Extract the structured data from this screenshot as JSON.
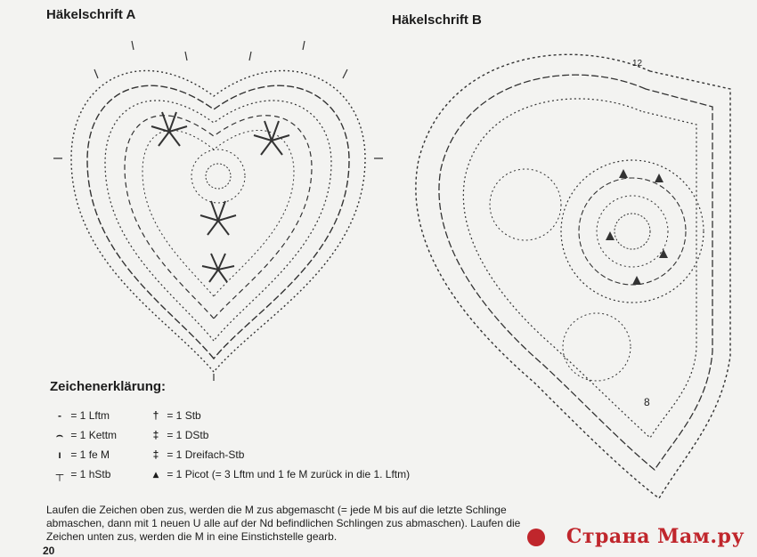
{
  "diagram": {
    "chart_a_title": "Häkelschrift A",
    "chart_b_title": "Häkelschrift B",
    "chart_b_labels": [
      "12",
      "8"
    ]
  },
  "legend": {
    "title": "Zeichenerklärung:",
    "left_items": [
      {
        "symbol": "-",
        "label": "= 1 Lftm"
      },
      {
        "symbol": "⌢",
        "label": "= 1 Kettm"
      },
      {
        "symbol": "ı",
        "label": "= 1 fe M"
      },
      {
        "symbol": "┬",
        "label": "= 1 hStb"
      }
    ],
    "right_items": [
      {
        "symbol": "†",
        "label": "= 1 Stb"
      },
      {
        "symbol": "‡",
        "label": "= 1 DStb"
      },
      {
        "symbol": "‡",
        "label": "= 1 Dreifach-Stb"
      },
      {
        "symbol": "▴",
        "label": "= 1 Picot (= 3 Lftm und 1 fe M zurück in die 1. Lftm)"
      }
    ]
  },
  "note": "Laufen die Zeichen oben zus, werden die M zus abgemascht (= jede M bis auf die letzte Schlinge abmaschen, dann mit 1 neuen U alle auf der Nd befindlichen Schlingen zus abmaschen). Laufen die Zeichen unten zus, werden die M in eine Einstichstelle gearb.",
  "page_number": "20",
  "watermark": "Страна Мам.ру"
}
